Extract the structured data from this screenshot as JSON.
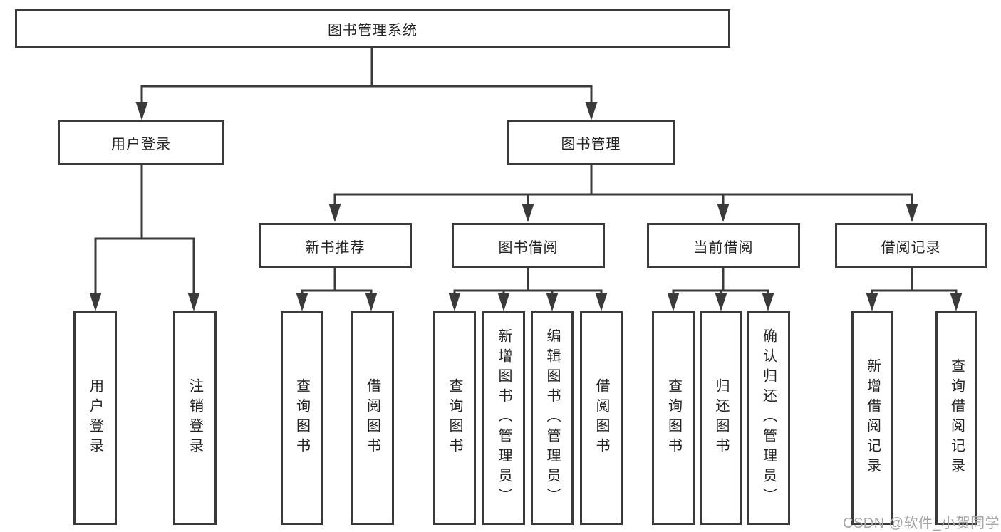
{
  "diagram": {
    "title": "图书管理系统",
    "root": {
      "label": "图书管理系统"
    },
    "branches": [
      {
        "label": "用户登录",
        "children": [
          {
            "label": "用户登录"
          },
          {
            "label": "注销登录"
          }
        ]
      },
      {
        "label": "图书管理",
        "children": [
          {
            "label": "新书推荐",
            "children": [
              {
                "label": "查询图书"
              },
              {
                "label": "借阅图书"
              }
            ]
          },
          {
            "label": "图书借阅",
            "children": [
              {
                "label": "查询图书"
              },
              {
                "label": "新增图书（管理员）"
              },
              {
                "label": "编辑图书（管理员）"
              },
              {
                "label": "借阅图书"
              }
            ]
          },
          {
            "label": "当前借阅",
            "children": [
              {
                "label": "查询图书"
              },
              {
                "label": "归还图书"
              },
              {
                "label": "确认归还（管理员）"
              }
            ]
          },
          {
            "label": "借阅记录",
            "children": [
              {
                "label": "新增借阅记录"
              },
              {
                "label": "查询借阅记录"
              }
            ]
          }
        ]
      }
    ]
  },
  "watermark": {
    "text": "CSDN @软件_小贺同学",
    "color": "#a5a5a5"
  },
  "colors": {
    "line": "#3a3a3a",
    "text": "#222222",
    "background": "#ffffff"
  }
}
